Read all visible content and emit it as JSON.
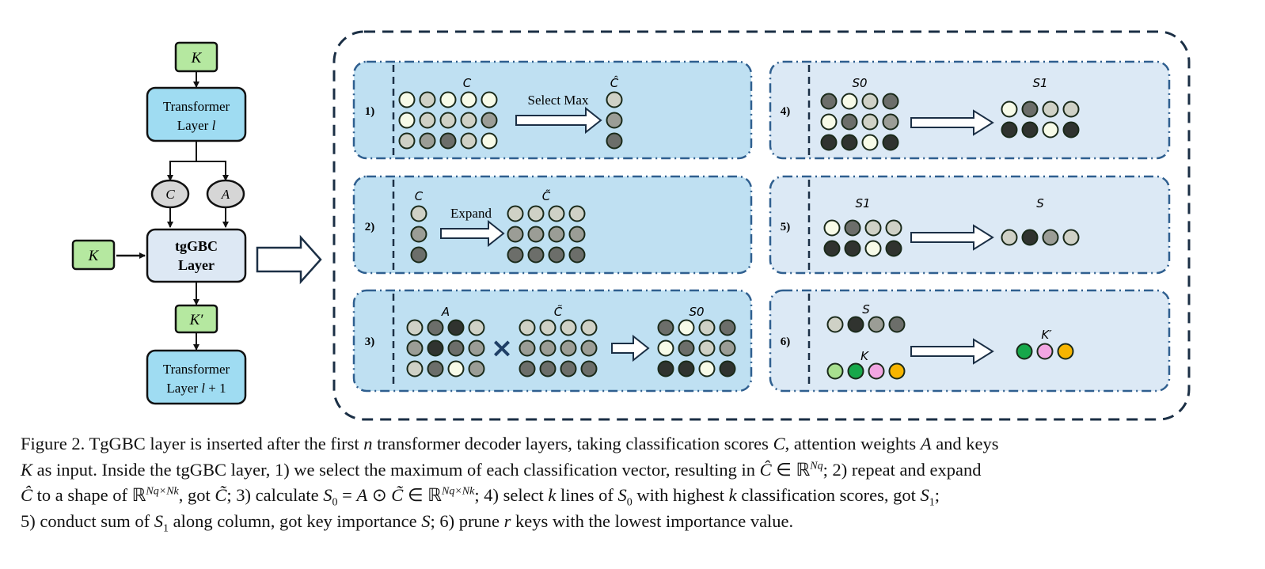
{
  "colors": {
    "input_green": "#b5e8a0",
    "transformer_blue": "#9fdcf2",
    "tggbc_fill": "#dde8f4",
    "panel_blue": "#bfe0f2",
    "panel_light": "#dce9f5",
    "panel_border": "#2f5f8f",
    "node_gray": "#d6d6d6",
    "circle_white": "#f7fbe8",
    "circle_light": "#cfd1c6",
    "circle_mid": "#9b9d96",
    "circle_dark": "#6c6e6a",
    "circle_darkest": "#30332f",
    "key_light_green": "#a8e08f",
    "key_green": "#17a84a",
    "key_pink": "#f2a6e2",
    "key_orange": "#f7b500"
  },
  "left_flow": {
    "k_top": "K",
    "transformer_top": {
      "line1": "Transformer",
      "line2": "Layer ",
      "var": "l"
    },
    "c_node": "C",
    "a_node": "A",
    "k_side": "K",
    "tggbc": {
      "line1": "tgGBC",
      "line2": "Layer"
    },
    "k_prime": "K′",
    "transformer_bottom": {
      "line1": "Transformer",
      "line2": "Layer ",
      "var": "l",
      "suffix": " + 1"
    }
  },
  "panels": [
    {
      "num": "1)",
      "labels": [
        "C",
        "Ĉ"
      ],
      "arrow_label": "Select Max"
    },
    {
      "num": "2)",
      "labels": [
        "C",
        "C̃"
      ],
      "arrow_label": "Expand"
    },
    {
      "num": "3)",
      "labels": [
        "A",
        "C̃",
        "S0"
      ],
      "operator": "×"
    },
    {
      "num": "4)",
      "labels": [
        "S0",
        "S1"
      ]
    },
    {
      "num": "5)",
      "labels": [
        "S1",
        "S"
      ]
    },
    {
      "num": "6)",
      "labels": [
        "S",
        "K",
        "K′"
      ]
    }
  ],
  "caption": {
    "l1_a": "Figure 2. TgGBC layer is inserted after the first ",
    "l1_n": "n",
    "l1_b": " transformer decoder layers, taking classification scores ",
    "l1_C": "C",
    "l1_c": ", attention weights ",
    "l1_A": "A",
    "l1_d": " and keys",
    "l2_K": "K",
    "l2_a": " as input. Inside the tgGBC layer, 1) we select the maximum of each classification vector, resulting in ",
    "l2_chat": "Ĉ",
    "l2_in": " ∈ ℝ",
    "l2_sup": "Nq",
    "l2_b": "; 2) repeat and expand",
    "l3_chat": "Ĉ",
    "l3_a": " to a shape of ℝ",
    "l3_sup": "Nq×Nk",
    "l3_b": ", got ",
    "l3_ctil": "C̃",
    "l3_c": "; 3) calculate ",
    "l3_s": "S",
    "l3_s0": "0",
    "l3_d": " = ",
    "l3_A": "A",
    "l3_e": " ⊙ ",
    "l3_ctil2": "C̃",
    "l3_f": " ∈ ℝ",
    "l3_sup2": "Nq×Nk",
    "l3_g": "; 4) select ",
    "l3_k": "k",
    "l3_h": " lines of ",
    "l3_s2": "S",
    "l3_s02": "0",
    "l3_i": " with highest ",
    "l3_k2": "k",
    "l3_j": " classification scores, got ",
    "l3_s3": "S",
    "l3_s1": "1",
    "l3_k3": ";",
    "l4_a": "5) conduct sum of ",
    "l4_s": "S",
    "l4_s1": "1",
    "l4_b": " along column, got key importance ",
    "l4_S": "S",
    "l4_c": "; 6) prune ",
    "l4_r": "r",
    "l4_d": " keys with the lowest importance value."
  }
}
